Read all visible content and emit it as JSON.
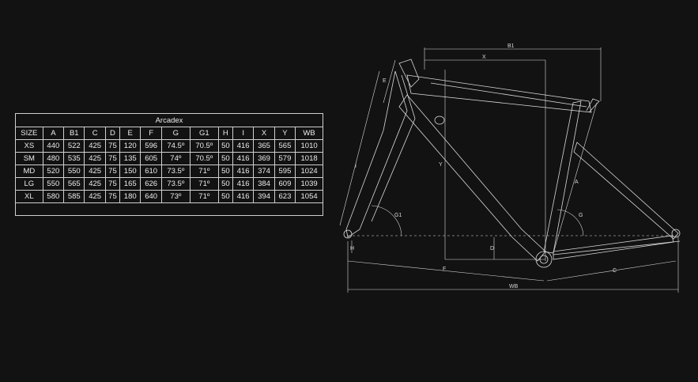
{
  "table": {
    "title": "Arcadex",
    "headers": [
      "SIZE",
      "A",
      "B1",
      "C",
      "D",
      "E",
      "F",
      "G",
      "G1",
      "H",
      "I",
      "X",
      "Y",
      "WB"
    ],
    "rows": [
      [
        "XS",
        "440",
        "522",
        "425",
        "75",
        "120",
        "596",
        "74.5º",
        "70.5º",
        "50",
        "416",
        "365",
        "565",
        "1010"
      ],
      [
        "SM",
        "480",
        "535",
        "425",
        "75",
        "135",
        "605",
        "74º",
        "70.5º",
        "50",
        "416",
        "369",
        "579",
        "1018"
      ],
      [
        "MD",
        "520",
        "550",
        "425",
        "75",
        "150",
        "610",
        "73.5º",
        "71º",
        "50",
        "416",
        "374",
        "595",
        "1024"
      ],
      [
        "LG",
        "550",
        "565",
        "425",
        "75",
        "165",
        "626",
        "73.5º",
        "71º",
        "50",
        "416",
        "384",
        "609",
        "1039"
      ],
      [
        "XL",
        "580",
        "585",
        "425",
        "75",
        "180",
        "640",
        "73º",
        "71º",
        "50",
        "416",
        "394",
        "623",
        "1054"
      ]
    ]
  },
  "diagram": {
    "labels": {
      "b1": "B1",
      "x": "X",
      "e": "E",
      "i": "I",
      "y": "Y",
      "a": "A",
      "g1": "G1",
      "g": "G",
      "d": "D",
      "h": "H",
      "f": "F",
      "c": "C",
      "wb": "WB"
    }
  },
  "colors": {
    "background": "#121212",
    "lines": "#d8d8d8"
  }
}
